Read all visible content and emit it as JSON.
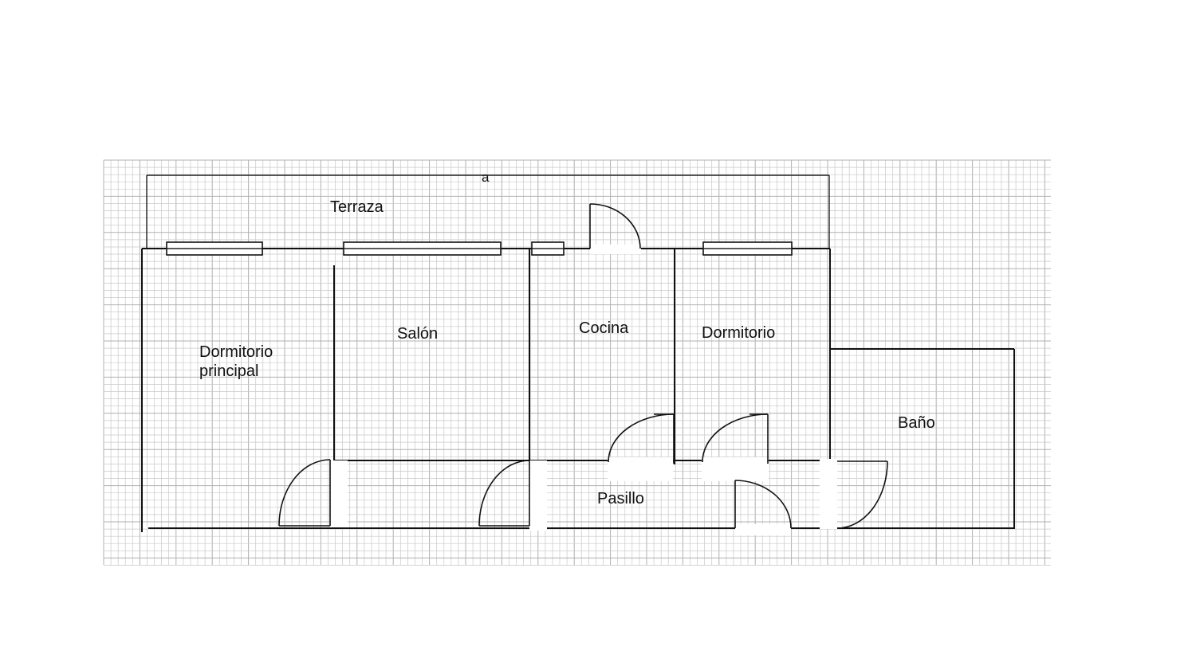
{
  "dimension_label": "a",
  "rooms": {
    "terraza": "Terraza",
    "dormitorio_principal": [
      "Dormitorio",
      "principal"
    ],
    "salon": "Salón",
    "cocina": "Cocina",
    "dormitorio": "Dormitorio",
    "bano": "Baño",
    "pasillo": "Pasillo"
  },
  "colors": {
    "grid": "#c8c8c8",
    "grid_major": "#b0b0b0",
    "walls": "#111111",
    "background": "#ffffff"
  }
}
